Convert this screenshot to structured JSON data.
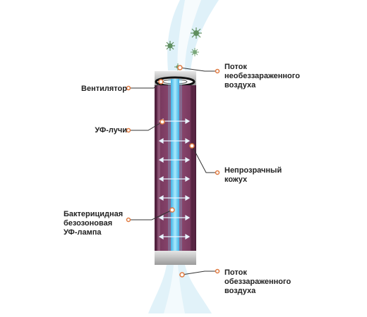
{
  "labels": {
    "fan": "Вентилятор",
    "uv_rays": "УФ-лучи",
    "lamp": "Бактерицидная\nбезозоновая\nУФ-лампа",
    "inflow": "Поток\nнеобеззараженного\nвоздуха",
    "casing": "Непрозрачный\nкожух",
    "outflow": "Поток\nобеззараженного\nвоздуха"
  },
  "colors": {
    "casing": "#6b2f52",
    "casing_light": "#b07a99",
    "lamp": "#5fd0f5",
    "caps": "#c8c8c8",
    "airflow": "#cdeaf5",
    "label_dot": "#e07a40",
    "leader": "#333333",
    "germ": "#6a9a6a"
  },
  "icons": {
    "germ": "germ-icon",
    "arrow": "double-arrow-icon"
  }
}
